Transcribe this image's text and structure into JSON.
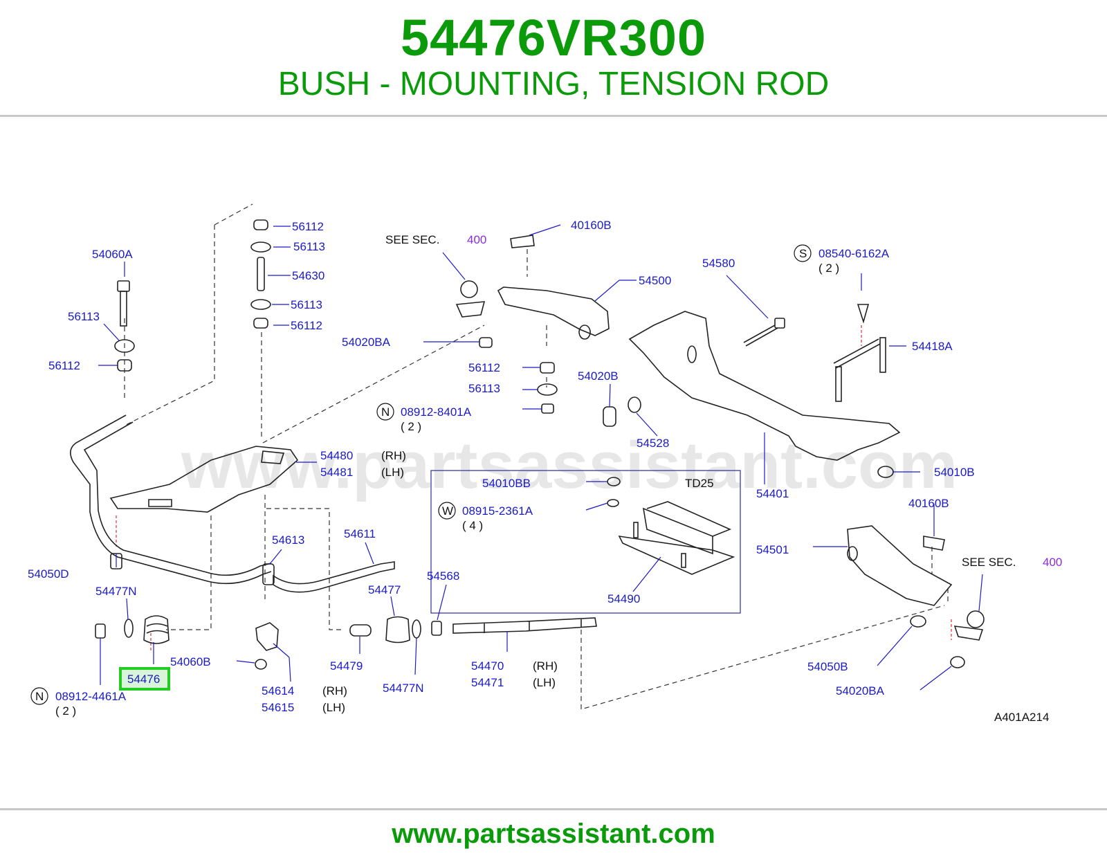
{
  "header": {
    "part_number": "54476VR300",
    "description": "BUSH - MOUNTING, TENSION ROD"
  },
  "diagram": {
    "watermark": "www.partsassistant.com",
    "ref_code": "A401A214",
    "see_sec_label": "SEE   SEC.",
    "see_sec_number": "400",
    "inset_label": "TD25",
    "labels": {
      "l54060A": "54060A",
      "l56113a": "56113",
      "l56112a": "56112",
      "l56112b": "56112",
      "l56113b": "56113",
      "l54630": "54630",
      "l56113c": "56113",
      "l56112c": "56112",
      "l40160B_top": "40160B",
      "l54500": "54500",
      "l54020BA_a": "54020BA",
      "l56112d": "56112",
      "l56113d": "56113",
      "l08912_8401A": "08912-8401A",
      "l08912_8401A_qty": "( 2 )",
      "l54020B": "54020B",
      "l54528": "54528",
      "l54580": "54580",
      "l08540_6162A": "08540-6162A",
      "l08540_qty": "( 2 )",
      "l54418A": "54418A",
      "l54401": "54401",
      "l54010B": "54010B",
      "l54480": "54480",
      "l54481": "54481",
      "rh": "(RH)",
      "lh": "(LH)",
      "l54010BB": "54010BB",
      "l08915_2361A": "08915-2361A",
      "l08915_qty": "( 4 )",
      "l54490": "54490",
      "l40160B_bot": "40160B",
      "l54501": "54501",
      "l54613": "54613",
      "l54611": "54611",
      "l54050D": "54050D",
      "l54477N_a": "54477N",
      "l54477": "54477",
      "l54568": "54568",
      "l54476": "54476",
      "l54060B": "54060B",
      "l54479": "54479",
      "l54470": "54470",
      "l54471": "54471",
      "l54477N_b": "54477N",
      "l54614": "54614",
      "l54615": "54615",
      "l08912_4461A": "08912-4461A",
      "l08912_4461A_qty": "( 2 )",
      "l54050B": "54050B",
      "l54020BA_b": "54020BA",
      "prefix_N": "N",
      "prefix_S": "S",
      "prefix_W": "W"
    }
  },
  "footer": {
    "url": "www.partsassistant.com"
  },
  "colors": {
    "brand_green": "#0a9a0a",
    "label_blue": "#1a1ac8",
    "highlight_green": "#22cc22",
    "highlight_fill": "#d9f5d9",
    "sec_purple": "#8a2be2"
  }
}
